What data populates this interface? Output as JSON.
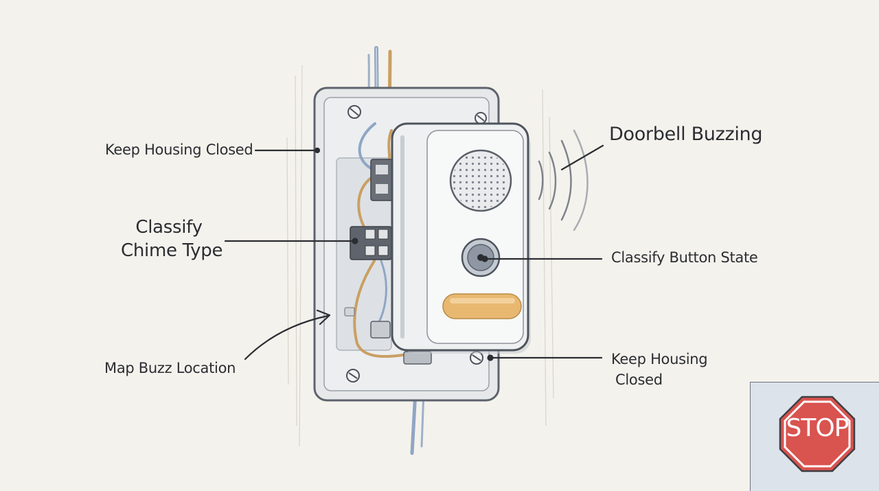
{
  "labels": {
    "keep_housing_closed_left": "Keep Housing Closed",
    "classify_chime_type_line1": "Classify",
    "classify_chime_type_line2": "Chime Type",
    "map_buzz_location": "Map Buzz Location",
    "doorbell_buzzing": "Doorbell Buzzing",
    "classify_button_state": "Classify Button State",
    "keep_housing_closed_right_line1": "Keep Housing",
    "keep_housing_closed_right_line2": "Closed"
  },
  "stop_sign": {
    "text": "STOP",
    "color": "#d9534f"
  },
  "colors": {
    "ink": "#2b2d33",
    "wire_blue": "#8fa6c4",
    "wire_tan": "#c9a063",
    "button_bar": "#e8b870",
    "paper": "#f4f2ec"
  },
  "icons": [
    "doorbell-icon",
    "speaker-grille-icon",
    "push-button-icon",
    "screw-icon",
    "terminal-block-icon",
    "sound-wave-icon",
    "stop-sign-icon"
  ]
}
